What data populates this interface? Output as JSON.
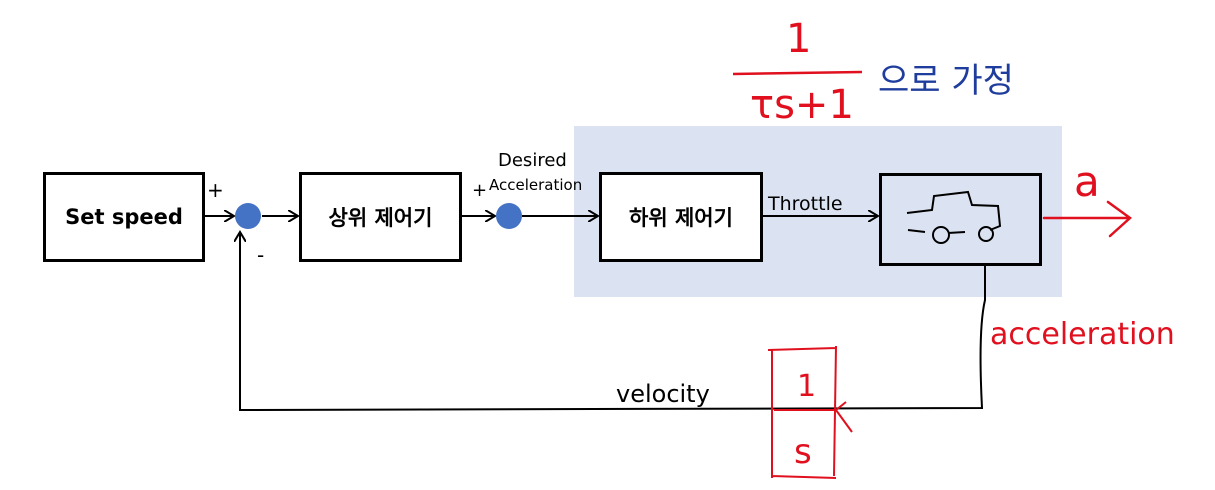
{
  "blocks": {
    "set_speed": "Set speed",
    "upper_controller": "상위 제어기",
    "lower_controller": "하위 제어기"
  },
  "signals": {
    "plus_1": "+",
    "minus_1": "-",
    "desired": "Desired",
    "acceleration_in": "Acceleration",
    "plus_2": "+",
    "throttle": "Throttle",
    "output": "a",
    "acceleration_out": "acceleration",
    "velocity": "velocity"
  },
  "integrator": {
    "numerator": "1",
    "denominator": "s"
  },
  "plant_assumption": {
    "numerator": "1",
    "denominator": "τs+1",
    "note": "으로 가정"
  },
  "colors": {
    "highlight": "#dbe3f2",
    "summing_junction": "#4472c4",
    "ink": "#000000",
    "red_ink": "#e0101f",
    "blue_ink": "#1f3d9c"
  }
}
